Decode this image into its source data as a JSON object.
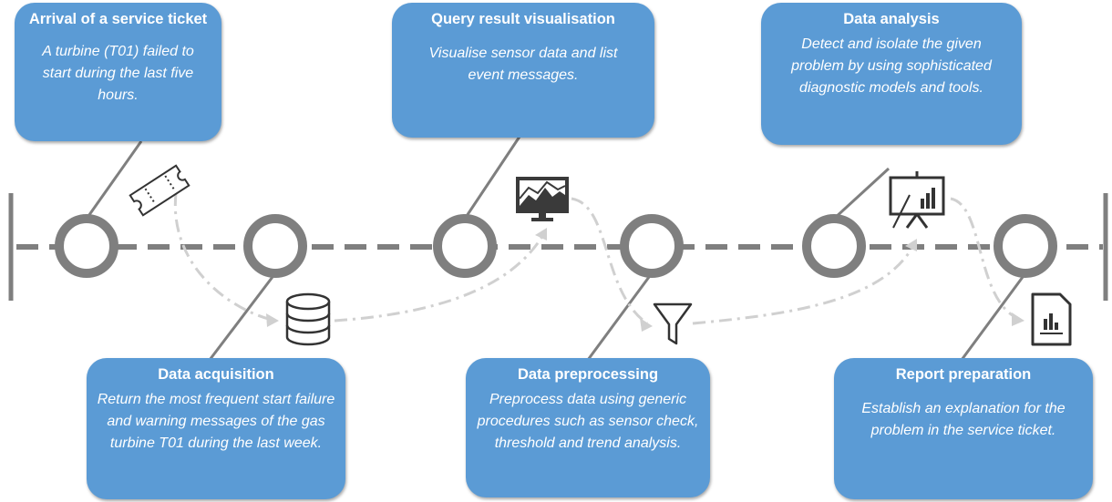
{
  "cards": [
    {
      "title": "Arrival of a service ticket",
      "body": "A turbine (T01) failed to start during the last five hours."
    },
    {
      "title": "Query result visualisation",
      "body": "Visualise sensor data and list event messages."
    },
    {
      "title": "Data analysis",
      "body": "Detect and isolate the given problem by using sophisticated diagnostic models and tools."
    },
    {
      "title": "Data acquisition",
      "body": "Return the most frequent start failure and warning messages of the gas turbine T01 during the last week."
    },
    {
      "title": "Data preprocessing",
      "body": "Preprocess data using generic procedures such as sensor check, threshold and trend analysis."
    },
    {
      "title": "Report preparation",
      "body": "Establish an explanation for the problem in the service ticket."
    }
  ],
  "icons": [
    "ticket-icon",
    "database-icon",
    "monitor-chart-icon",
    "filter-icon",
    "presentation-chart-icon",
    "report-document-icon"
  ],
  "colors": {
    "card": "#5b9bd5",
    "timeline": "#7f7f7f",
    "flow": "#d0d0d0",
    "icon": "#333333"
  }
}
